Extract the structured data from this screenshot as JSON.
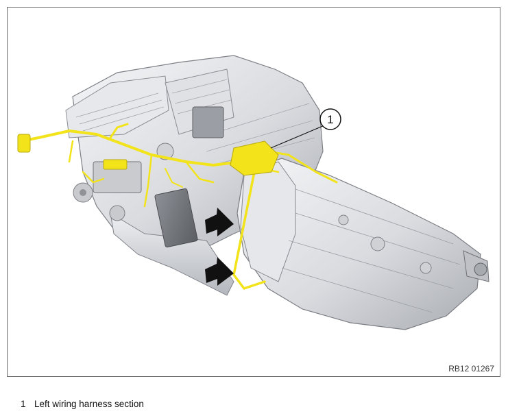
{
  "figure": {
    "callout_number": "1",
    "figure_code": "RB12 01267"
  },
  "legend": [
    {
      "number": "1",
      "text": "Left wiring harness section"
    }
  ],
  "colors": {
    "harness": "#f2e31a",
    "arrow": "#111111",
    "frame": "#6a6a6a"
  }
}
